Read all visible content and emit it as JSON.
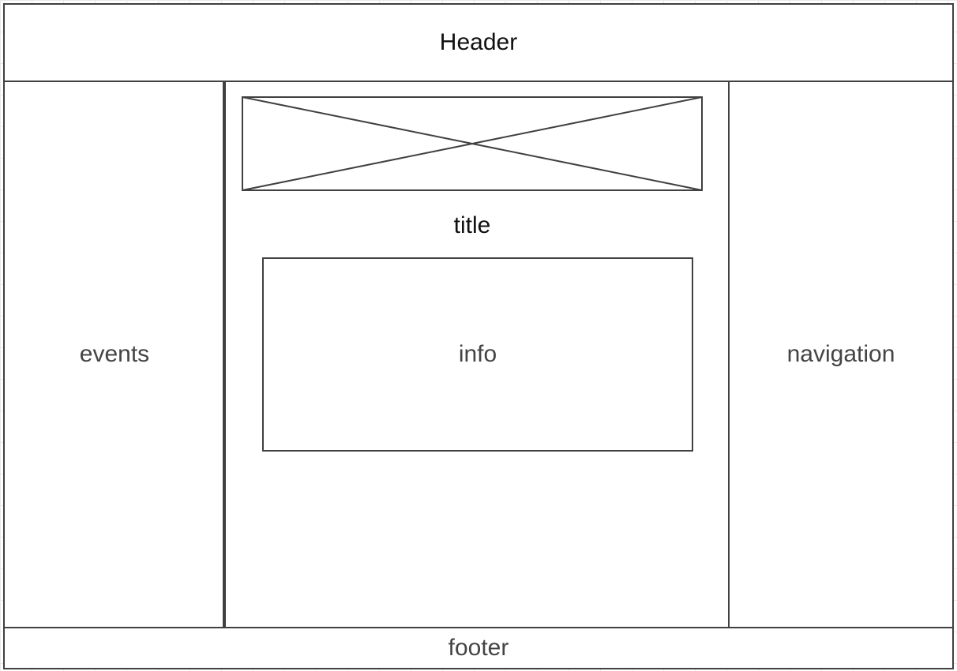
{
  "layout_mockup": {
    "header": {
      "label": "Header"
    },
    "left_column": {
      "label": "events"
    },
    "main": {
      "image_placeholder": {
        "icon": "image-placeholder-x"
      },
      "title": "title",
      "info": {
        "label": "info"
      }
    },
    "right_column": {
      "label": "navigation"
    },
    "footer": {
      "label": "footer"
    }
  },
  "colors": {
    "stroke": "#404040",
    "text": "#444444",
    "background": "#ffffff",
    "grid": "#e9e9e9"
  }
}
